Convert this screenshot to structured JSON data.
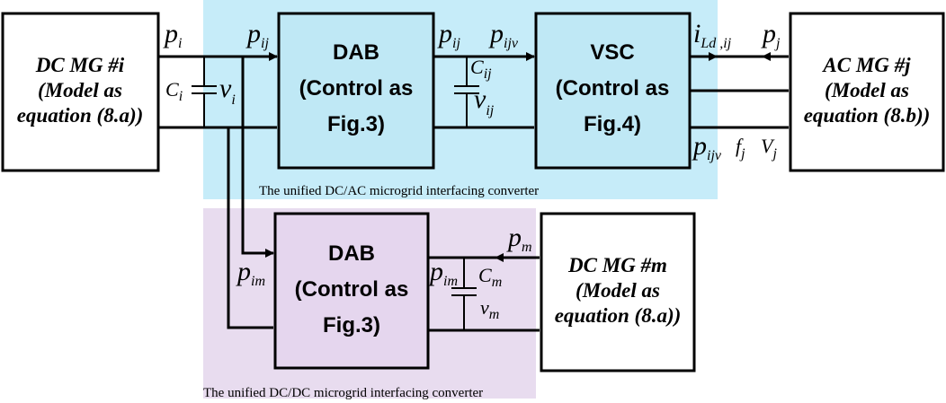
{
  "colors": {
    "ac_region": "#c6ecf9",
    "dc_region": "#e8dcef",
    "converter_fill_ac": "#bfe8f5",
    "converter_fill_dc": "#e5d6ee",
    "line": "#000000"
  },
  "captions": {
    "ac": "The unified DC/AC microgrid interfacing converter",
    "dc": "The unified DC/DC microgrid interfacing converter"
  },
  "blocks": {
    "dc_mg_i": [
      "DC MG #i",
      "(Model as",
      "equation (8.a))"
    ],
    "dab_top": [
      "DAB",
      "(Control as",
      "Fig.3)"
    ],
    "vsc": [
      "VSC",
      "(Control as",
      "Fig.4)"
    ],
    "ac_mg_j": [
      "AC MG #j",
      "(Model as",
      "equation (8.b))"
    ],
    "dab_bottom": [
      "DAB",
      "(Control as",
      "Fig.3)"
    ],
    "dc_mg_m": [
      "DC MG #m",
      "(Model as",
      "equation (8.a))"
    ]
  },
  "labels": {
    "p_i": {
      "base": "p",
      "sub": "i"
    },
    "p_ij_left": {
      "base": "p",
      "sub": "ij"
    },
    "p_ij_right": {
      "base": "p",
      "sub": "ij"
    },
    "p_ijv_top": {
      "base": "p",
      "sub": "ijv"
    },
    "i_ld_ij": {
      "base": "i",
      "sub": "Ld ,ij"
    },
    "p_j": {
      "base": "p",
      "sub": "j"
    },
    "c_i": {
      "base": "C",
      "sub": "i"
    },
    "v_i": {
      "base": "v",
      "sub": "i"
    },
    "c_ij": {
      "base": "C",
      "sub": "ij"
    },
    "v_ij": {
      "base": "v",
      "sub": "ij"
    },
    "p_ijv_bottom": {
      "base": "p",
      "sub": "ijv"
    },
    "f_j": {
      "base": "f",
      "sub": "j"
    },
    "v_j": {
      "base": "V",
      "sub": "j"
    },
    "p_im_left": {
      "base": "p",
      "sub": "im"
    },
    "p_im_right": {
      "base": "p",
      "sub": "im"
    },
    "c_m": {
      "base": "C",
      "sub": "m"
    },
    "v_m": {
      "base": "v",
      "sub": "m"
    },
    "p_m": {
      "base": "p",
      "sub": "m"
    }
  }
}
